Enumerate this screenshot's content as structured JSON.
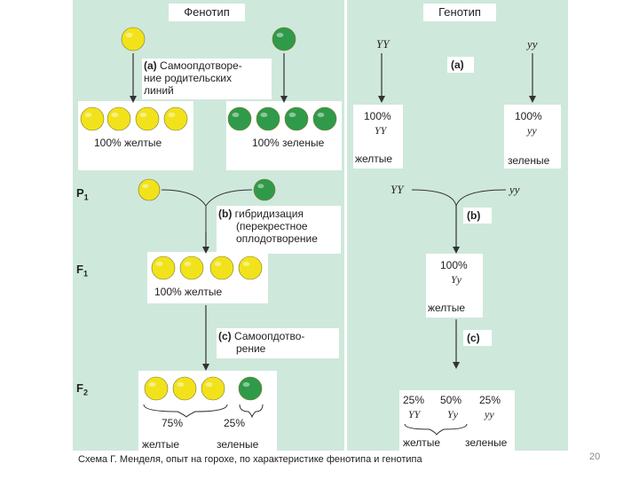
{
  "headers": {
    "phenotype": "Фенотип",
    "genotype": "Генотип"
  },
  "generations": {
    "p1_letter": "P",
    "p1_sub": "1",
    "f1_letter": "F",
    "f1_sub": "1",
    "f2_letter": "F",
    "f2_sub": "2"
  },
  "steps": {
    "a_label": "(a)",
    "a_text_1": "Самоопдотворе-",
    "a_text_2": "ние родительских",
    "a_text_3": "линий",
    "b_label": "(b)",
    "b_text_1": "гибридизация",
    "b_text_2": "(перекрестное",
    "b_text_3": "оплодотворение",
    "c_label": "(c)",
    "c_text_1": "Самоопдотво-",
    "c_text_2": "рение"
  },
  "phenotype_results": {
    "row_a_left": "100% желтые",
    "row_a_right": "100% зеленые",
    "f1": "100% желтые",
    "f2_yellow_pct": "75%",
    "f2_green_pct": "25%",
    "f2_yellow": "желтые",
    "f2_green": "зеленые"
  },
  "genotype_side": {
    "parent_left": "YY",
    "parent_right": "yy",
    "a_label": "(a)",
    "a_left_pct": "100%",
    "a_left_gen": "YY",
    "a_left_word": "желтые",
    "a_right_pct": "100%",
    "a_right_gen": "yy",
    "a_right_word": "зеленые",
    "p1_left": "YY",
    "p1_right": "yy",
    "b_label": "(b)",
    "f1_pct": "100%",
    "f1_gen": "Yy",
    "f1_word": "желтые",
    "c_label": "(c)",
    "f2_pct_1": "25%",
    "f2_gen_1": "YY",
    "f2_pct_2": "50%",
    "f2_gen_2": "Yy",
    "f2_pct_3": "25%",
    "f2_gen_3": "yy",
    "f2_word_yellow": "желтые",
    "f2_word_green": "зеленые"
  },
  "caption": "Схема Г. Менделя, опыт на горохе, по характеристике фенотипа и генотипа",
  "page_number": "20",
  "colors": {
    "panel": "#cfe8dc",
    "yellow_pea": "#f2e21b",
    "green_pea": "#2f9a4a",
    "arrow": "#333333"
  }
}
